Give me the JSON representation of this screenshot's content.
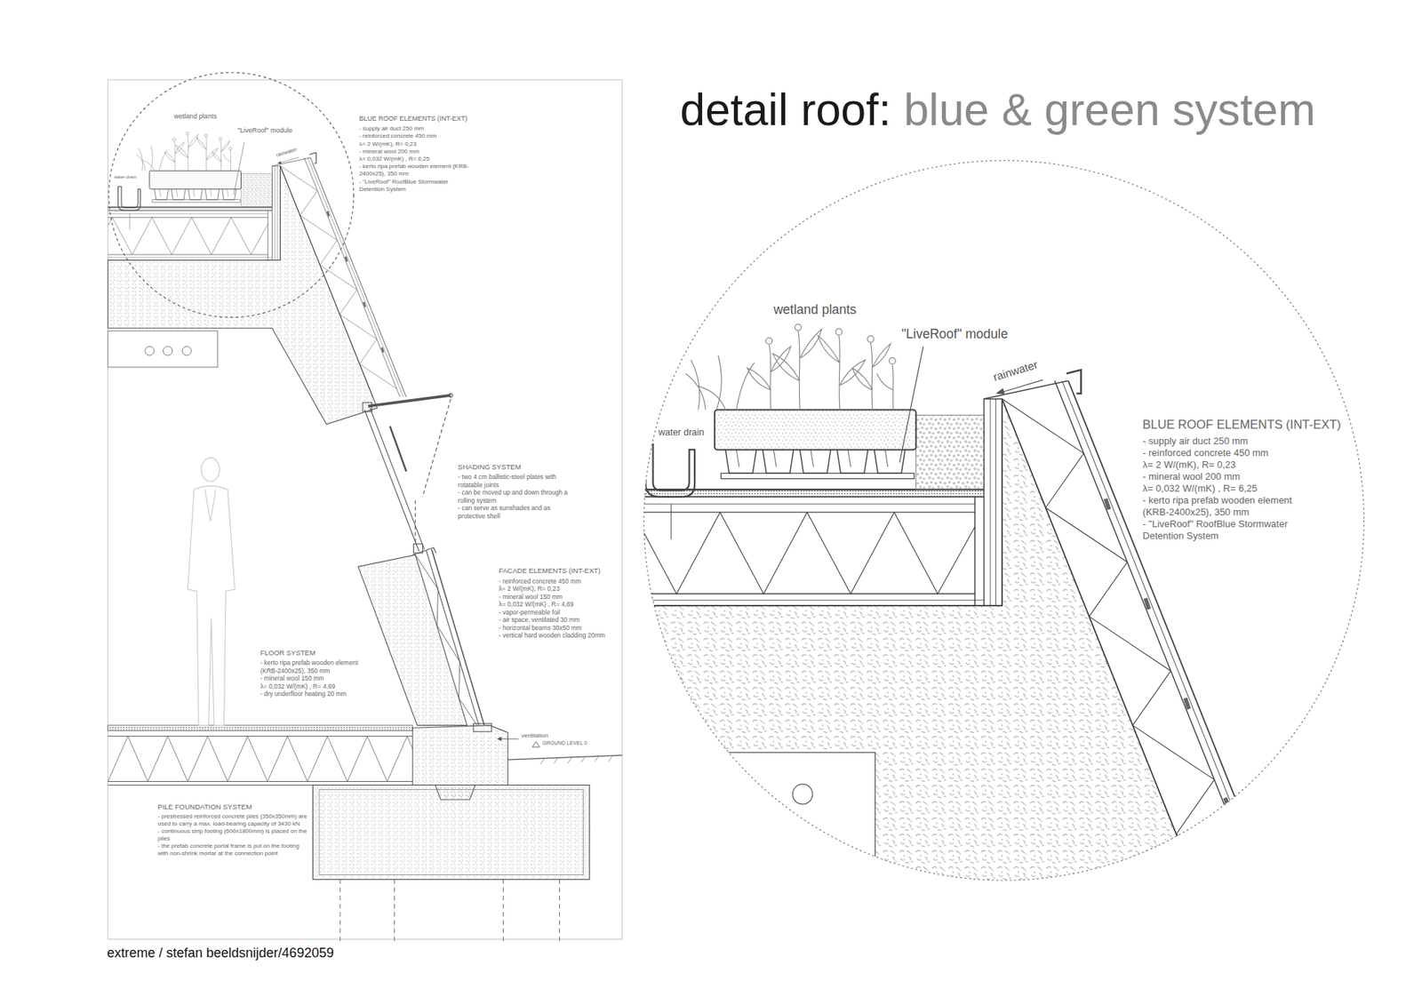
{
  "diagram": {
    "title": "detail roof: blue & green system",
    "caption": "extreme / stefan beeldsnijder/4692059",
    "labels": [
      "wetland plants",
      "\"LiveRoof\" module",
      "rainwater",
      "water drain",
      "BLUE ROOF ELEMENTS (INT-EXT)",
      "- supply air duct 250 mm",
      "- reinforced concrete 450 mm",
      "λ= 2 W/(mK), R= 0,23",
      "- mineral wool 200 mm",
      "λ= 0,032 W/(mK) , R= 6,25",
      "- kerto ripa prefab wooden element (KRB-2400x25), 350 mm",
      "- \"LiveRoof\" RoofBlue Stormwater Detention System",
      "SHADING SYSTEM",
      "- two 4 cm ballistic-steel plates with rotatable joints",
      "- can be moved up and down through a rolling system",
      "- can serve as sunshades and as protective shell",
      "FACADE ELEMENTS (INT-EXT)",
      "- reinforced concrete 450 mm",
      "λ= 2 W/(mK), R= 0,23",
      "- mineral wool 150 mm",
      "λ= 0,032 W/(mK) , R= 4,69",
      "- vapor-permeable foil",
      "- air space, ventilated 30 mm",
      "- horizontal beams 30x50 mm",
      "- vertical hard wooden cladding 20mm",
      "FLOOR SYSTEM",
      "- kerto ripa prefab wooden element (KRB-2400x25), 350 mm",
      "- mineral wool 150 mm",
      "λ= 0,032 W/(mK) , R= 4,69",
      "- dry underfloor heating 20 mm",
      "ventilation",
      "GROUND LEVEL 0",
      "PILE FOUNDATION SYSTEM",
      "- prestressed reinforced concrete piles (350x350mm) are used to carry a max. load-bearing capacity of 3430 kN",
      "- continuous strip footing (600x1800mm) is placed on the piles",
      "- the prefab concrete portal frame is put on the footing with non-shrink mortar at the connection point",
      "wetland plants",
      "\"LiveRoof\" module",
      "rainwater",
      "water drain",
      "BLUE ROOF ELEMENTS (INT-EXT)",
      "- supply air duct 250 mm",
      "- reinforced concrete 450 mm",
      "λ= 2 W/(mK), R= 0,23",
      "- mineral wool 200 mm",
      "λ= 0,032 W/(mK) , R= 6,25",
      "- kerto ripa prefab wooden element (KRB-2400x25), 350 mm",
      "- \"LiveRoof\" RoofBlue Stormwater Detention System"
    ]
  }
}
